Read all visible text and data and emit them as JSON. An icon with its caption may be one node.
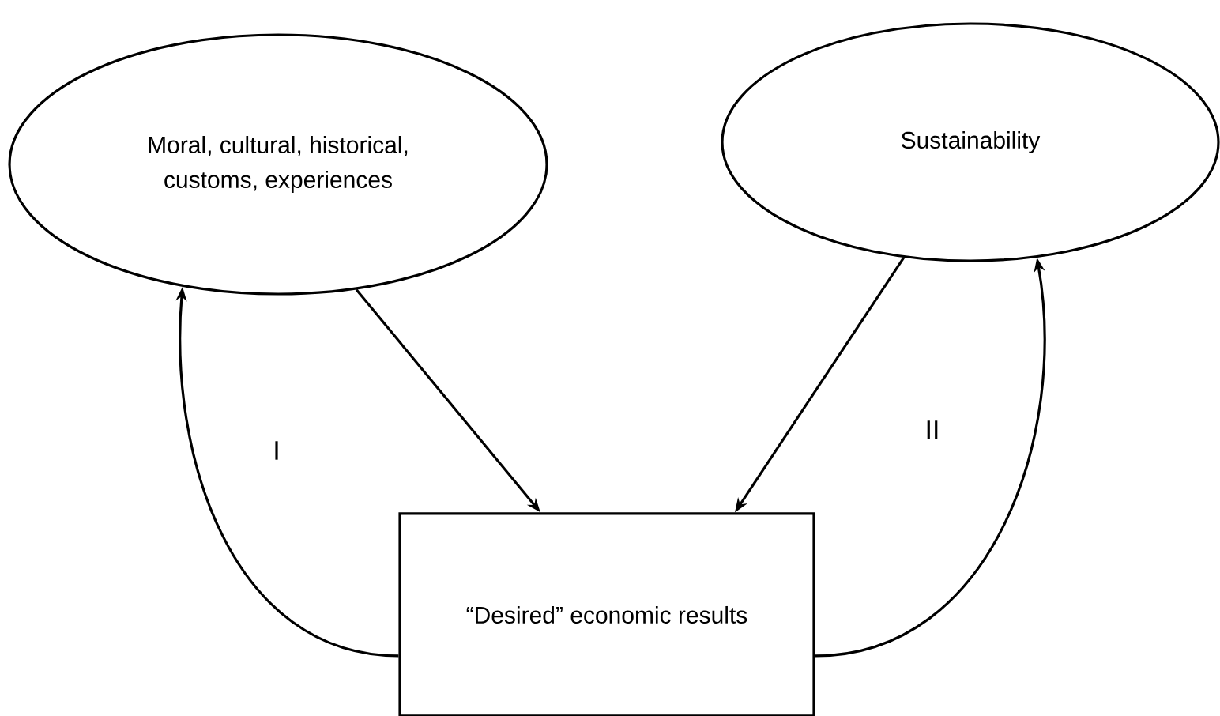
{
  "diagram": {
    "nodes": [
      {
        "text": [
          "Moral, cultural, historical, customs, experiences"
        ]
      },
      {
        "text": [
          "Sustainability"
        ]
      },
      {
        "text": [
          "“Desired” economic results"
        ]
      }
    ],
    "edges": [
      {
        "from": 0,
        "to": 2,
        "arrow": "to"
      },
      {
        "from": 1,
        "to": 2,
        "arrow": "to"
      },
      {
        "from": 2,
        "to": 0,
        "arrow": "to",
        "label": "I"
      },
      {
        "from": 2,
        "to": 1,
        "arrow": "to",
        "label": "II"
      }
    ]
  }
}
